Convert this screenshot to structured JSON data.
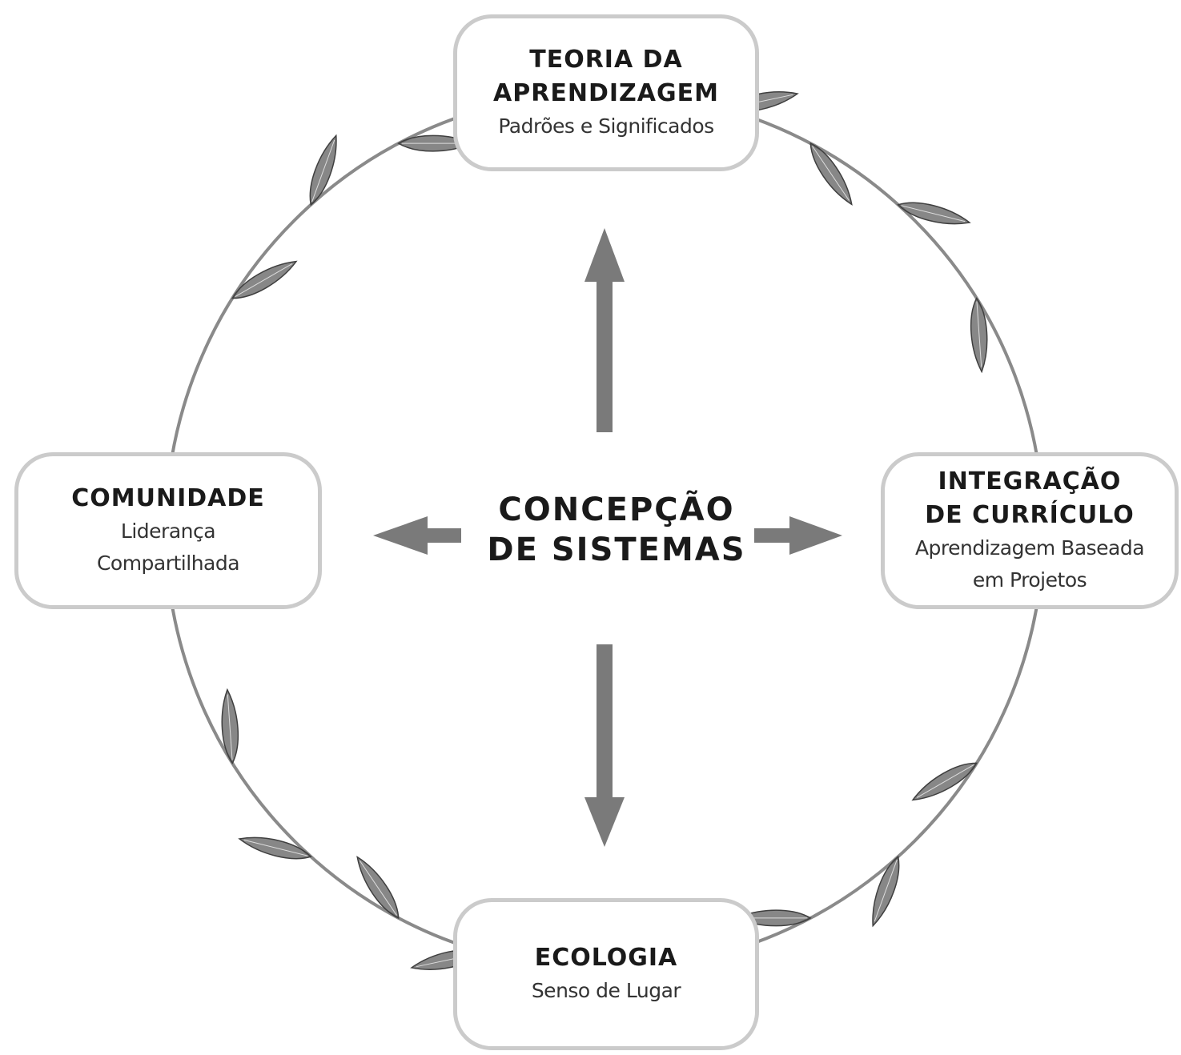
{
  "center": {
    "label": "CONCEPÇÃO\nDE SISTEMAS"
  },
  "nodes": {
    "top": {
      "title": "TEORIA DA\nAPRENDIZAGEM",
      "subtitle": "Padrões e Significados"
    },
    "left": {
      "title": "COMUNIDADE",
      "subtitle": "Liderança\nCompartilhada"
    },
    "right": {
      "title": "INTEGRAÇÃO\nDE CURRÍCULO",
      "subtitle": "Aprendizagem Baseada\nem Projetos"
    },
    "bottom": {
      "title": "ECOLOGIA",
      "subtitle": "Senso de Lugar"
    }
  },
  "colors": {
    "arrow": "#7a7a7a",
    "ring": "#8a8a8a",
    "box_border": "#cbcbcb",
    "leaf": "#5f5f5f"
  },
  "icons": {
    "ring_decoration": "olive-branch-icon"
  }
}
